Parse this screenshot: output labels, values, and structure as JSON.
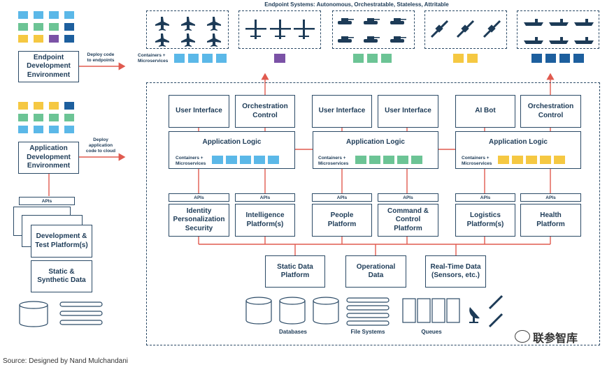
{
  "header": {
    "title": "Endpoint Systems: Autonomous, Orchestratable, Stateless, Attritable"
  },
  "left": {
    "endpoint_env": "Endpoint\nDevelopment\nEnvironment",
    "app_env": "Application\nDevelopment\nEnvironment",
    "deploy_endpoints": "Deploy code\nto endpoints",
    "deploy_cloud": "Deploy\napplication\ncode to cloud",
    "apis": "APIs",
    "dev_test": "Development &\nTest Platform(s)",
    "static_synth": "Static &\nSynthetic Data"
  },
  "containers_label": "Containers +\nMicroservices",
  "endpoint_icons": [
    "fighter-jet-icon",
    "drone-icon",
    "tank-icon",
    "satellite-icon",
    "ship-icon"
  ],
  "colors": {
    "blue_light": "#5bb8e8",
    "green": "#6cc495",
    "purple": "#7b52a6",
    "yellow": "#f5c842",
    "blue_dark": "#1d5f9e",
    "red": "#e05a4f",
    "navy": "#1d3b57"
  },
  "top_boxes": [
    {
      "label": "User Interface"
    },
    {
      "label": "Orchestration\nControl"
    },
    {
      "label": "User Interface"
    },
    {
      "label": "User Interface"
    },
    {
      "label": "AI Bot"
    },
    {
      "label": "Orchestration\nControl"
    }
  ],
  "app_logic": [
    "Application Logic",
    "Application Logic",
    "Application Logic"
  ],
  "platforms": [
    {
      "label": "Identity\nPersonalization\nSecurity"
    },
    {
      "label": "Intelligence\nPlatform(s)"
    },
    {
      "label": "People\nPlatform"
    },
    {
      "label": "Command &\nControl\nPlatform"
    },
    {
      "label": "Logistics\nPlatform(s)"
    },
    {
      "label": "Health\nPlatform"
    }
  ],
  "api_label": "APIs",
  "data_platforms": [
    {
      "label": "Static Data\nPlatform"
    },
    {
      "label": "Operational\nData"
    },
    {
      "label": "Real-Time Data\n(Sensors, etc.)"
    }
  ],
  "storage": {
    "databases": "Databases",
    "file_systems": "File Systems",
    "queues": "Queues"
  },
  "watermark": "联参智库",
  "source": "Source: Designed by Nand Mulchandani"
}
